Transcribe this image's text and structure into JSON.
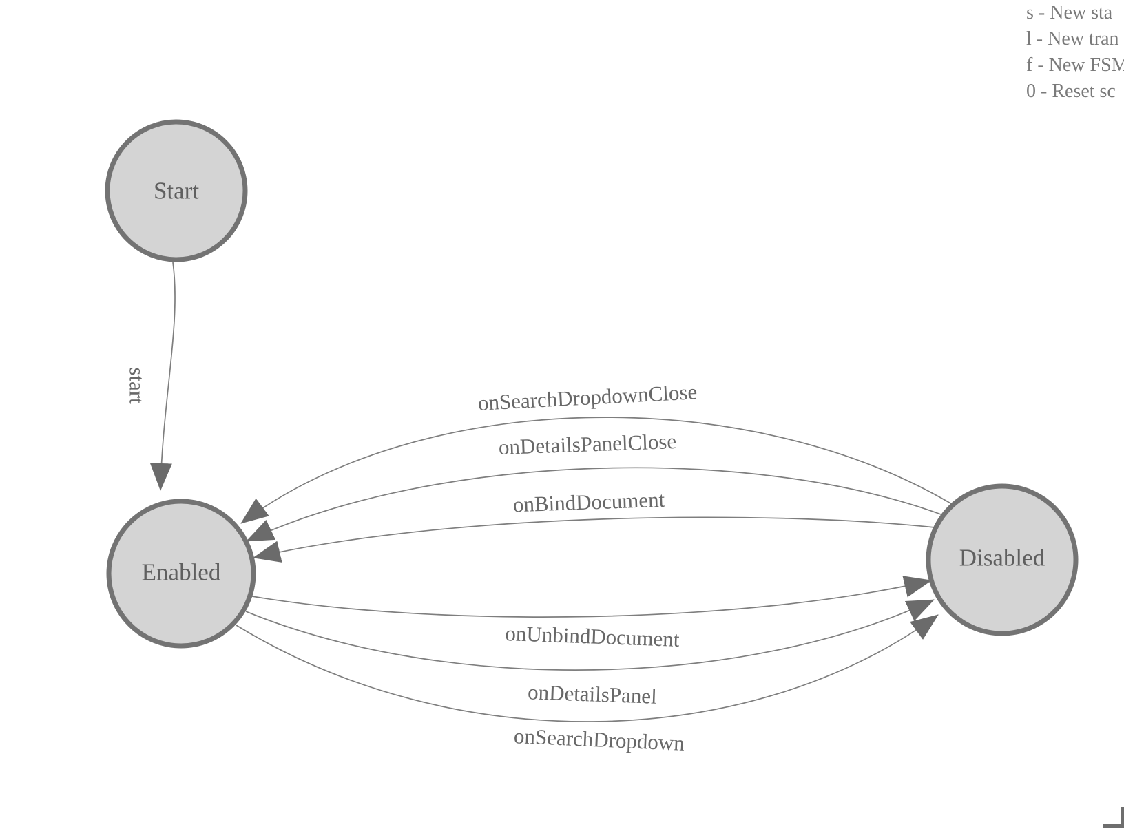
{
  "diagram": {
    "type": "finite-state-machine",
    "nodes": [
      {
        "id": "start",
        "label": "Start"
      },
      {
        "id": "enabled",
        "label": "Enabled"
      },
      {
        "id": "disabled",
        "label": "Disabled"
      }
    ],
    "edges": [
      {
        "id": "start-transition",
        "label": "start",
        "from": "Start",
        "to": "Enabled"
      },
      {
        "id": "onSearchDropdownClose",
        "label": "onSearchDropdownClose",
        "from": "Disabled",
        "to": "Enabled"
      },
      {
        "id": "onDetailsPanelClose",
        "label": "onDetailsPanelClose",
        "from": "Disabled",
        "to": "Enabled"
      },
      {
        "id": "onBindDocument",
        "label": "onBindDocument",
        "from": "Disabled",
        "to": "Enabled"
      },
      {
        "id": "onUnbindDocument",
        "label": "onUnbindDocument",
        "from": "Enabled",
        "to": "Disabled"
      },
      {
        "id": "onDetailsPanel",
        "label": "onDetailsPanel",
        "from": "Enabled",
        "to": "Disabled"
      },
      {
        "id": "onSearchDropdown",
        "label": "onSearchDropdown",
        "from": "Enabled",
        "to": "Disabled"
      }
    ]
  },
  "legend": {
    "lines": [
      "s - New sta",
      "l - New tran",
      "f - New FSM",
      "0 - Reset sc"
    ]
  },
  "colors": {
    "node_fill": "#d4d4d4",
    "node_stroke": "#737373",
    "edge_stroke": "#7e7e7e",
    "arrow_fill": "#6b6b6b",
    "node_text": "#5f5f5f",
    "edge_text": "#686868",
    "legend_text": "#7a7a7a",
    "corner": "#6e6e6e",
    "canvas_bg": "#ffffff"
  }
}
